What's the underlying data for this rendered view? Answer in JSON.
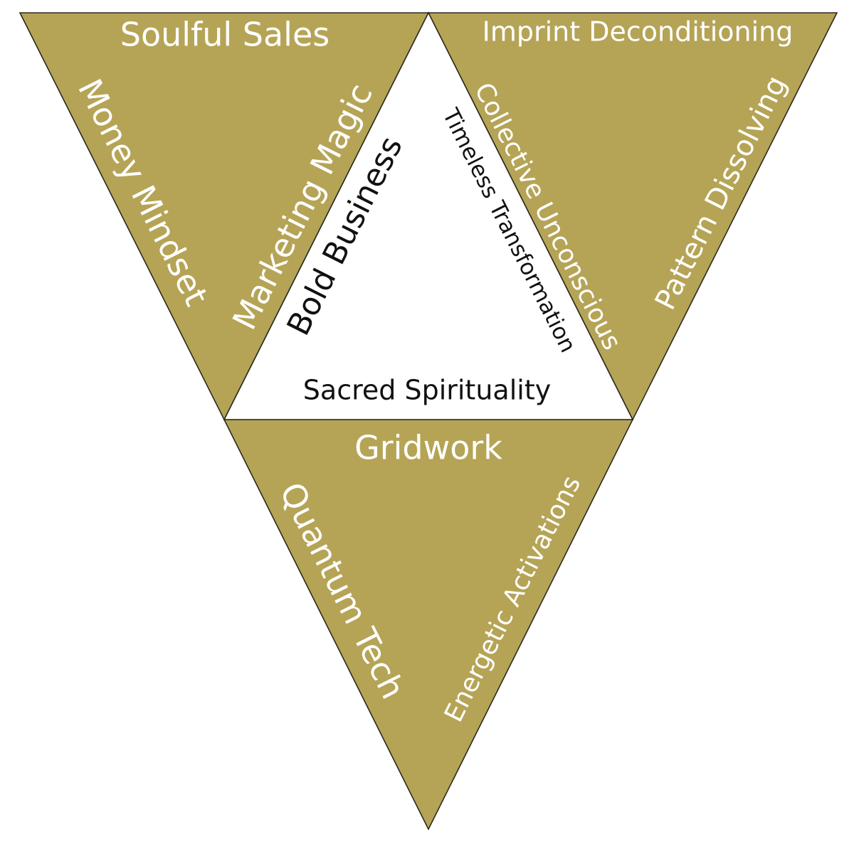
{
  "colors": {
    "gold": "#b5a456",
    "center": "#ffffff",
    "outline": "#2a2a1e",
    "label_light": "#ffffff",
    "label_dark": "#111111"
  },
  "segments": {
    "top_left": {
      "top": "Soulful Sales",
      "left": "Money Mindset",
      "right": "Marketing Magic"
    },
    "top_right": {
      "top": "Imprint Deconditioning",
      "left": "Collective Unconscious",
      "right": "Pattern Dissolving"
    },
    "bottom": {
      "top": "Gridwork",
      "left": "Quantum Tech",
      "right": "Energetic Activations"
    },
    "center": {
      "left": "Bold Business",
      "right": "Timeless Transformation",
      "bottom": "Sacred Spirituality"
    }
  }
}
